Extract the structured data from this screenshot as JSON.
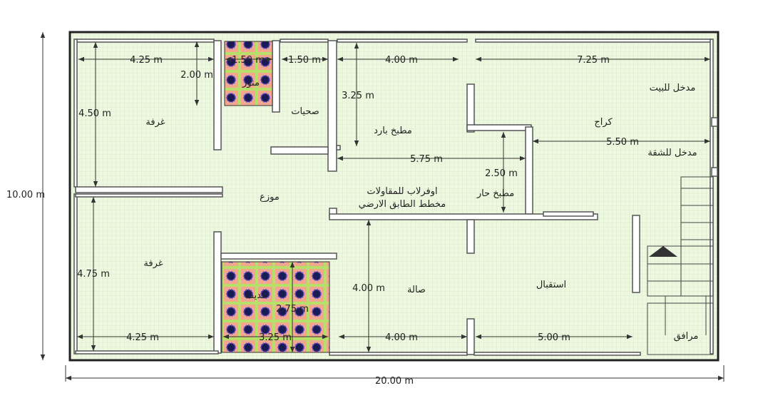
{
  "title": {
    "line1": "اوفرلاب للمقاولات",
    "line2": "مخطط الطابق الارضي"
  },
  "rooms": {
    "bedroom_top": "غرفة",
    "bedroom_bottom": "غرفة",
    "lightwell": "منور",
    "bathrooms": "صحيات",
    "cold_kitchen": "مطبخ بارد",
    "house_entrance": "مدخل للبيت",
    "garage": "كراج",
    "apartment_entrance": "مدخل للشقة",
    "hallway": "موزع",
    "hot_kitchen": "مطبخ حار",
    "living": "صالة",
    "reception": "استقبال",
    "garden": "حديقة",
    "utilities": "مرافق"
  },
  "dimensions": {
    "bedroom_top_w": "4.25 m",
    "lightwell_h": "2.00 m",
    "lightwell_w": "1.50 m",
    "bath_w": "1.50 m",
    "cold_kitchen_w": "4.00 m",
    "garage_w": "7.25 m",
    "cold_kitchen_h": "3.25 m",
    "bedroom_top_h": "4.50 m",
    "entrance_w": "5.50 m",
    "kitchen_span": "5.75 m",
    "hot_kitchen_h": "2.50 m",
    "bedroom_bottom_h": "4.75 m",
    "living_h": "4.00 m",
    "garden_h": "2.75 m",
    "bedroom_bottom_w": "4.25 m",
    "garden_w": "3.25 m",
    "living_w": "4.00 m",
    "reception_w": "5.00 m",
    "total_h": "10.00 m",
    "total_w": "20.00 m"
  }
}
